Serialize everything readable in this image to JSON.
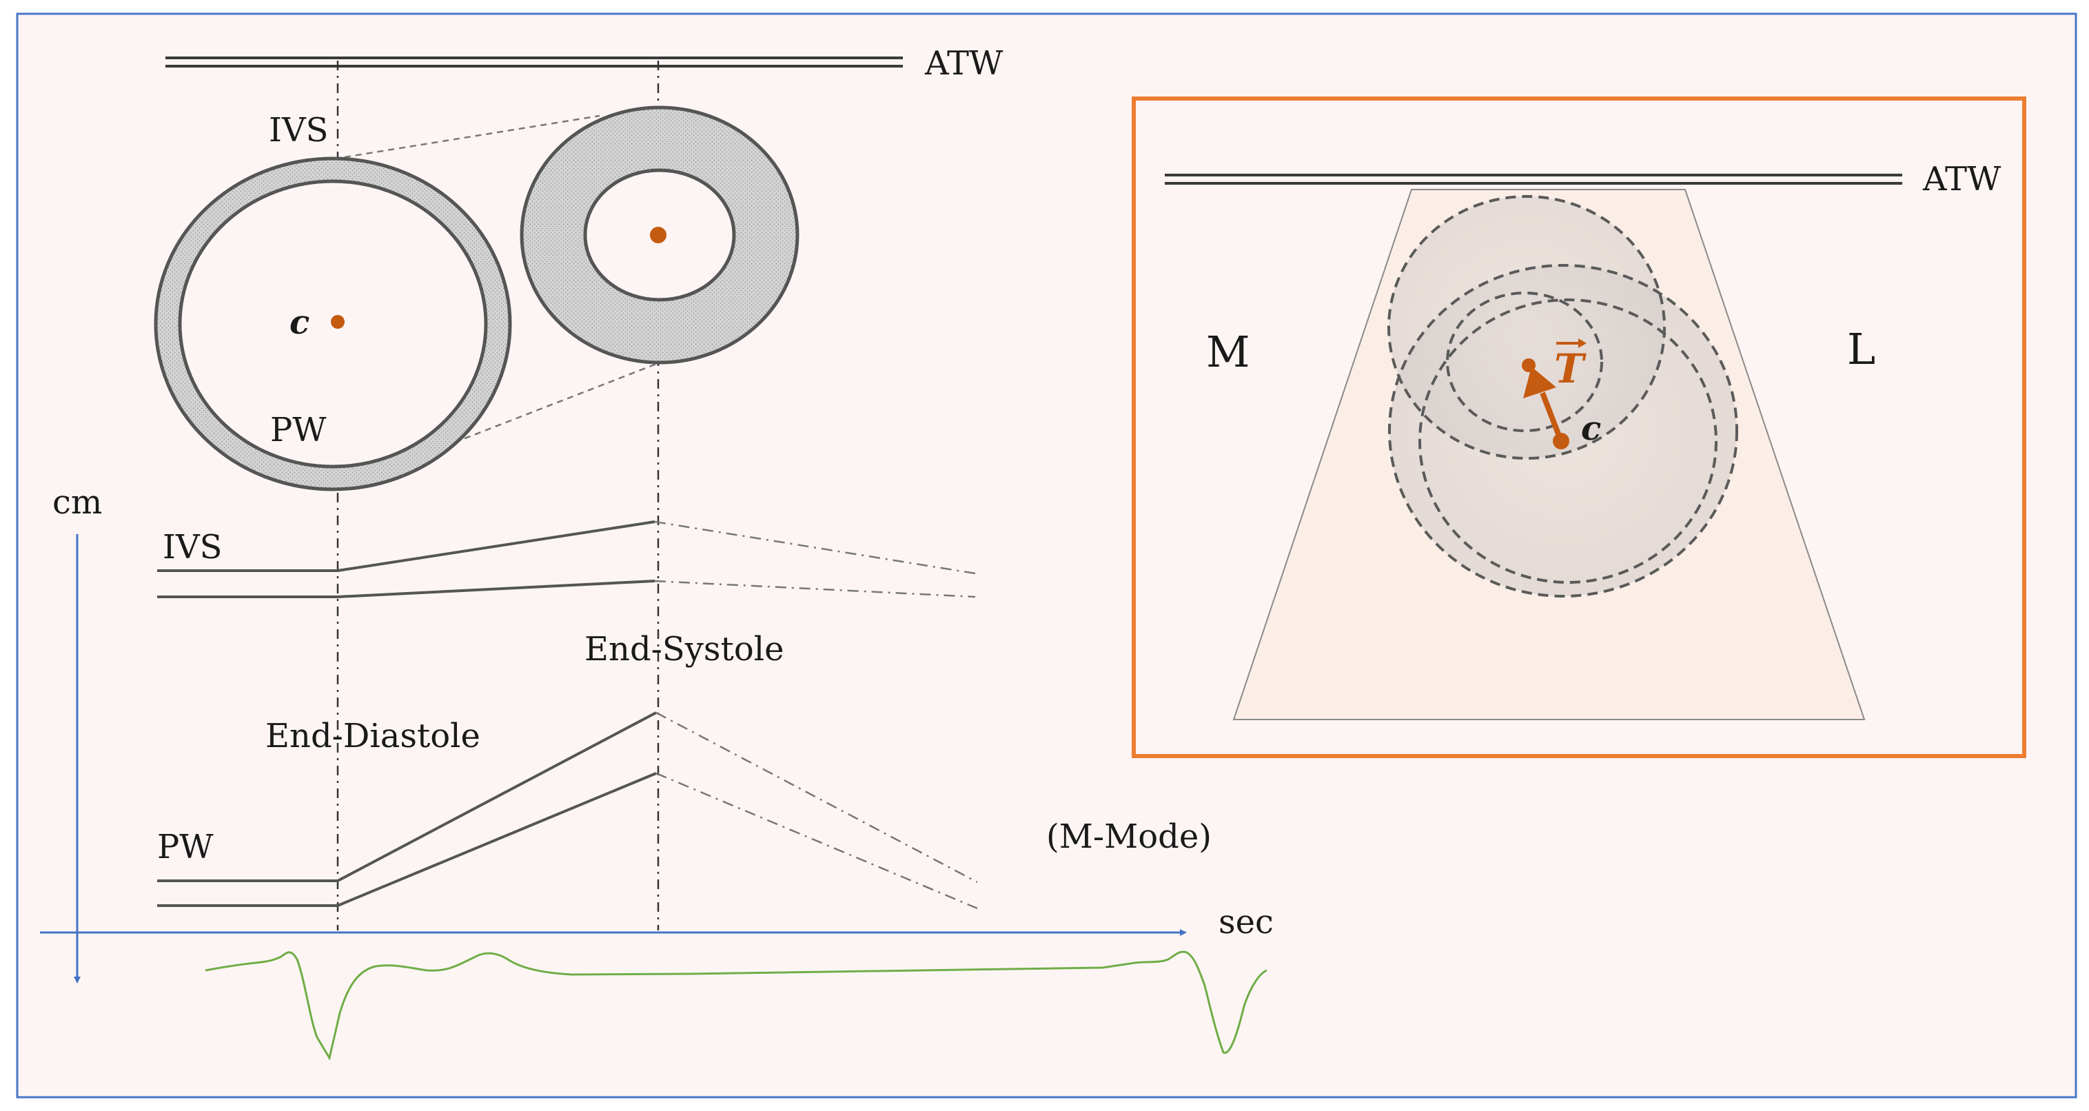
{
  "colors": {
    "background": "#fdf5f4",
    "frame": "#4a76c8",
    "inset_frame": "#ed7d31",
    "myocardium": "#d9d9d9",
    "wall_stroke": "#555555",
    "center_marker": "#c55a11",
    "ecg": "#70ad47",
    "axis": "#4472c4",
    "sector_fill": "#fbeee6"
  },
  "left_panel": {
    "atw_label": "ATW",
    "ivs_label": "IVS",
    "pw_label": "PW",
    "center_label": "c",
    "axis_y_label": "cm",
    "axis_x_label": "sec",
    "mmode_ivs_label": "IVS",
    "mmode_pw_label": "PW",
    "end_systole_label": "End-Systole",
    "end_diastole_label": "End-Diastole",
    "mmode_label": "(M-Mode)"
  },
  "inset": {
    "atw_label": "ATW",
    "medial_label": "M",
    "lateral_label": "L",
    "vector_label": "T",
    "center_label": "c"
  }
}
